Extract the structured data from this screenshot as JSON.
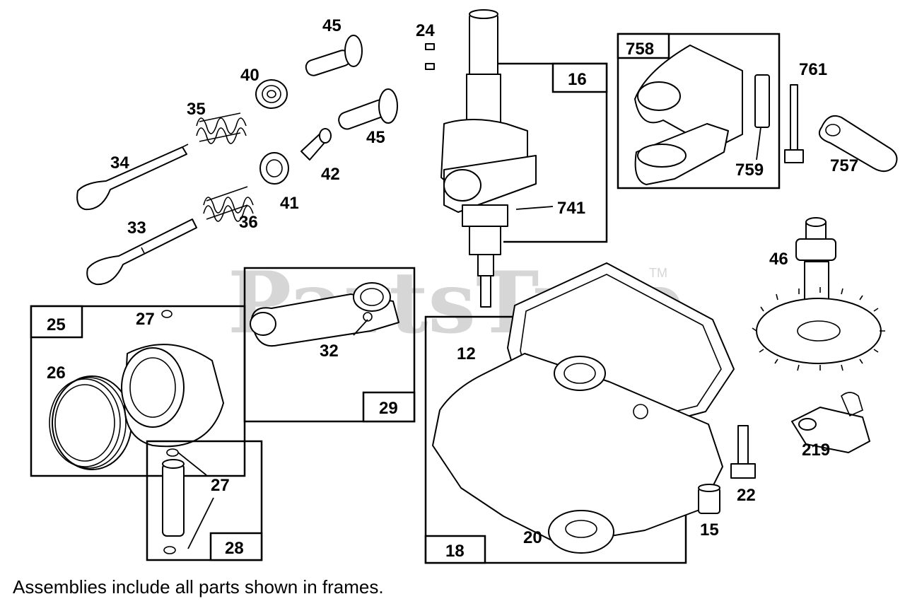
{
  "watermark": {
    "text": "PartsTree",
    "mark": "TM"
  },
  "assemblies": {
    "a16": "16",
    "a758": "758",
    "a25": "25",
    "a29": "29",
    "a28": "28",
    "a18": "18"
  },
  "labels": {
    "p45a": "45",
    "p45b": "45",
    "p24": "24",
    "p40": "40",
    "p35": "35",
    "p34": "34",
    "p42": "42",
    "p41": "41",
    "p36": "36",
    "p33": "33",
    "p741": "741",
    "p761": "761",
    "p759": "759",
    "p757": "757",
    "p46": "46",
    "p27a": "27",
    "p27b": "27",
    "p26": "26",
    "p32": "32",
    "p12": "12",
    "p219": "219",
    "p22": "22",
    "p15": "15",
    "p20": "20"
  },
  "caption": "Assemblies include all parts shown in frames."
}
